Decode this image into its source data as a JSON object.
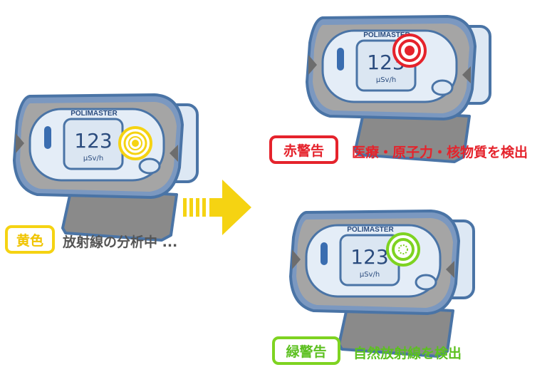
{
  "device": {
    "brand": "POLIMASTER",
    "reading": "123",
    "unit": "µSv/h"
  },
  "states": {
    "yellow": {
      "badge": "黄色",
      "caption": "放射線の分析中 ...",
      "color": "#f5d312",
      "text_color": "#555555"
    },
    "red": {
      "badge": "赤警告",
      "caption": "医療・原子力・核物質を検出",
      "color": "#e5232c",
      "text_color": "#e5232c"
    },
    "green": {
      "badge": "緑警告",
      "caption": "自然放射線を検出",
      "color": "#7ed321",
      "text_color": "#5cc020"
    }
  },
  "arrow": {
    "color": "#f5d312"
  }
}
